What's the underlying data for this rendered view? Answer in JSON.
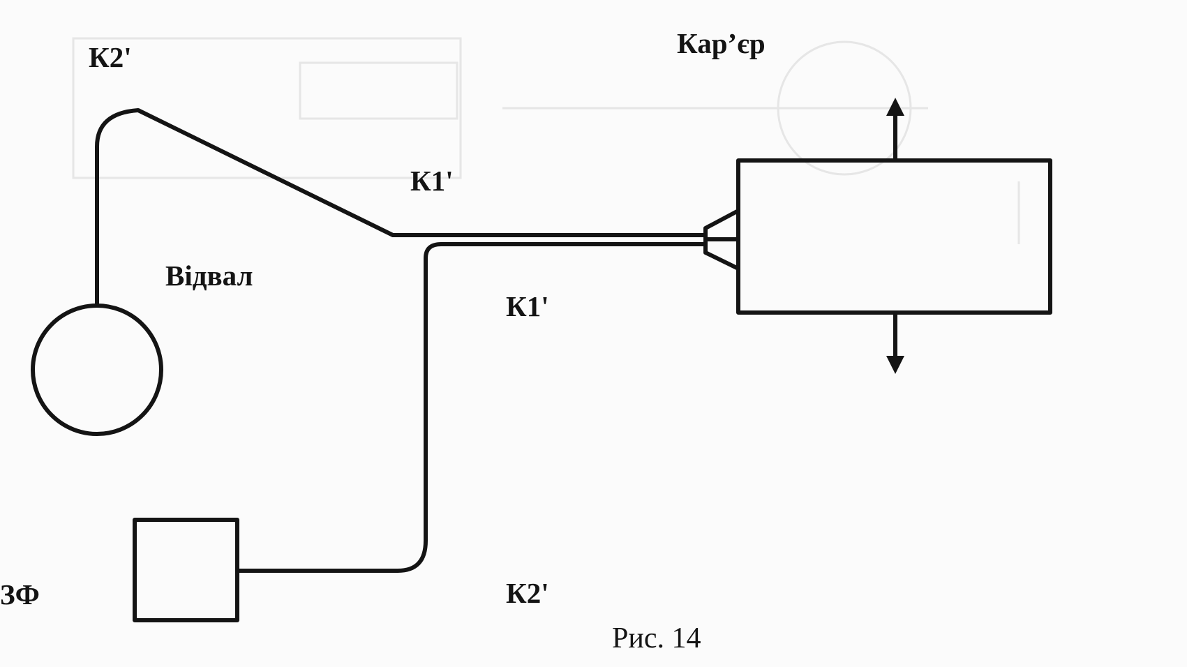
{
  "labels": {
    "quarry": "Кар’єр",
    "dump": "Відвал",
    "zf": "ЗФ",
    "k2_top": "К2'",
    "k1_upper": "К1'",
    "k1_lower": "К1'",
    "k2_bottom": "К2'"
  },
  "caption": "Рис. 14",
  "colors": {
    "ink": "#141414",
    "background": "#fbfbfb"
  }
}
